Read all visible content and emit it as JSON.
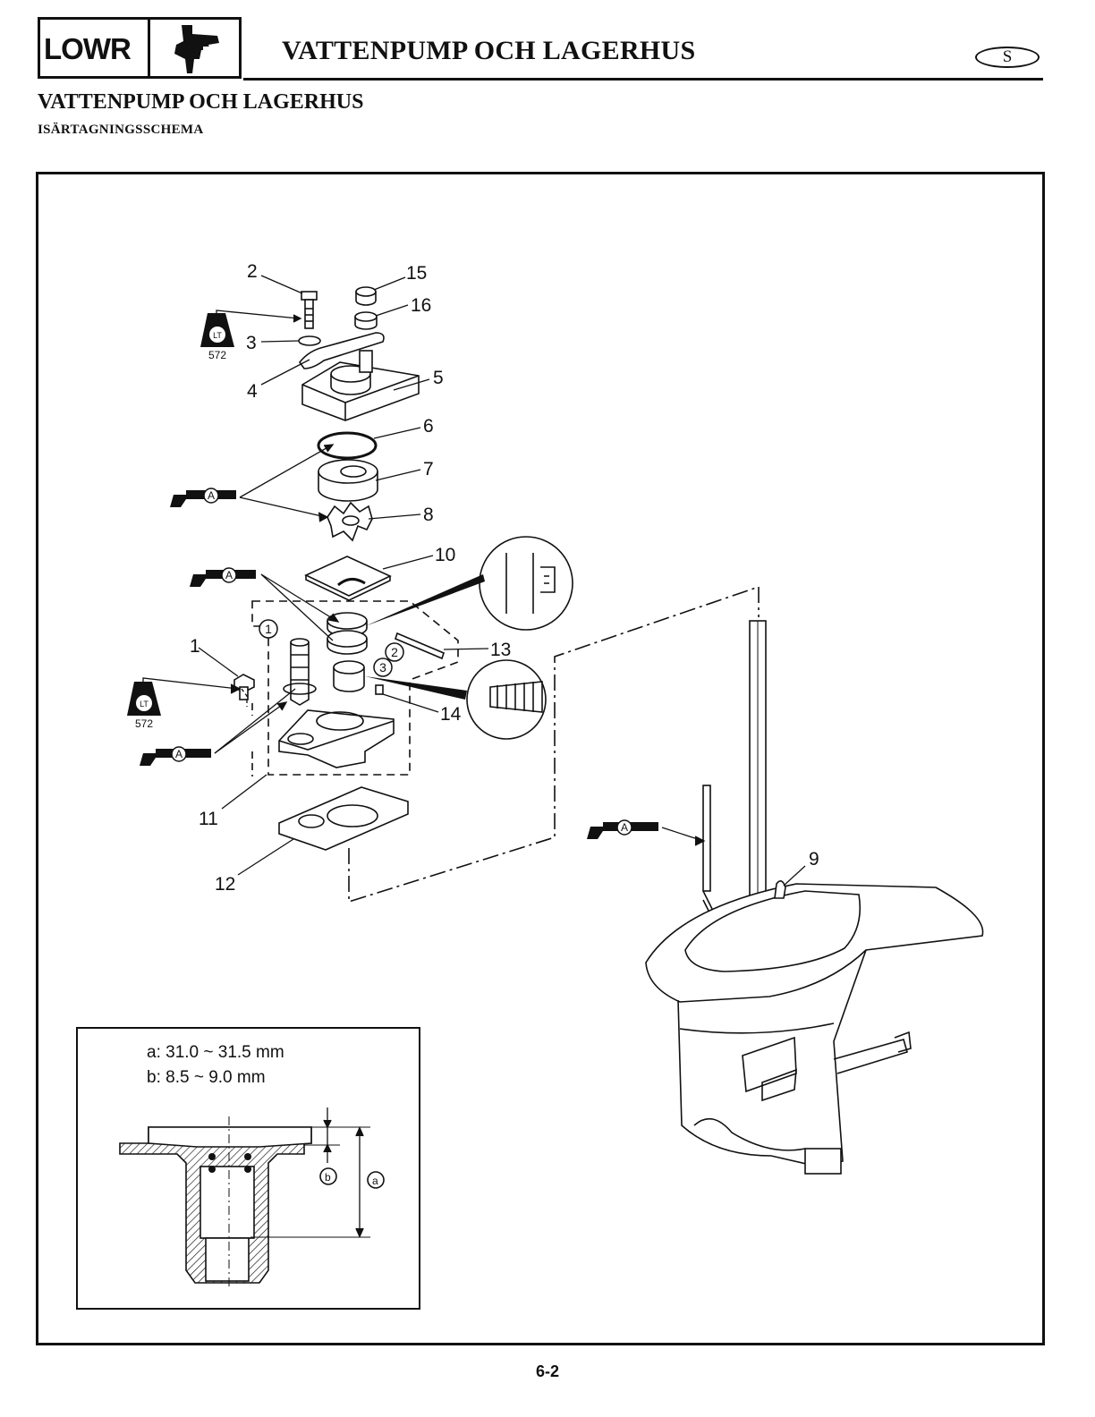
{
  "header": {
    "code": "LOWR",
    "icon": "lower-unit-icon",
    "title": "VATTENPUMP OCH LAGERHUS",
    "language_badge": "S"
  },
  "section": {
    "title": "VATTENPUMP OCH LAGERHUS",
    "subtitle": "ISÄRTAGNINGSSCHEMA"
  },
  "diagram": {
    "part_labels": [
      "1",
      "2",
      "3",
      "4",
      "5",
      "6",
      "7",
      "8",
      "9",
      "10",
      "11",
      "12",
      "13",
      "14",
      "15",
      "16"
    ],
    "step_labels": [
      "1",
      "2",
      "3"
    ],
    "lt_badge_text": "LT",
    "lt_code": "572",
    "grease_badge_text": "A",
    "icons": [
      "loctite-icon",
      "grease-gun-icon"
    ]
  },
  "spec_box": {
    "line_a": "a: 31.0 ~ 31.5 mm",
    "line_b": "b: 8.5 ~ 9.0 mm",
    "marker_a": "a",
    "marker_b": "b"
  },
  "footer": {
    "page_number": "6-2"
  }
}
